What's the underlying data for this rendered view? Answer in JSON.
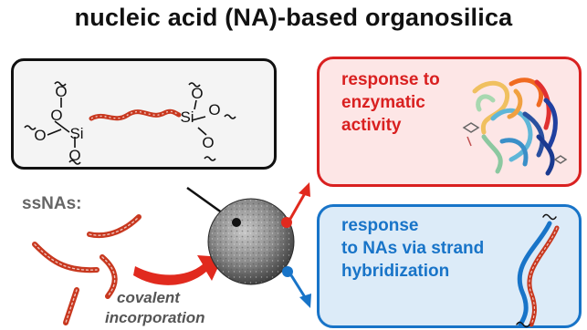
{
  "title": "nucleic acid (NA)-based organosilica",
  "structure": {
    "o_label": "O",
    "si_label": "Si"
  },
  "enzyme_panel": {
    "lines": [
      "response to",
      "enzymatic",
      "activity"
    ]
  },
  "hybridization_panel": {
    "lines": [
      "response",
      "to NAs via strand",
      "hybridization"
    ]
  },
  "ssna_label": "ssNAs:",
  "covalent_label": {
    "lines": [
      "covalent",
      "incorporation"
    ]
  },
  "colors": {
    "red": "#d92020",
    "blue": "#1874c8",
    "strand_red": "#c8381f",
    "black": "#111111"
  }
}
